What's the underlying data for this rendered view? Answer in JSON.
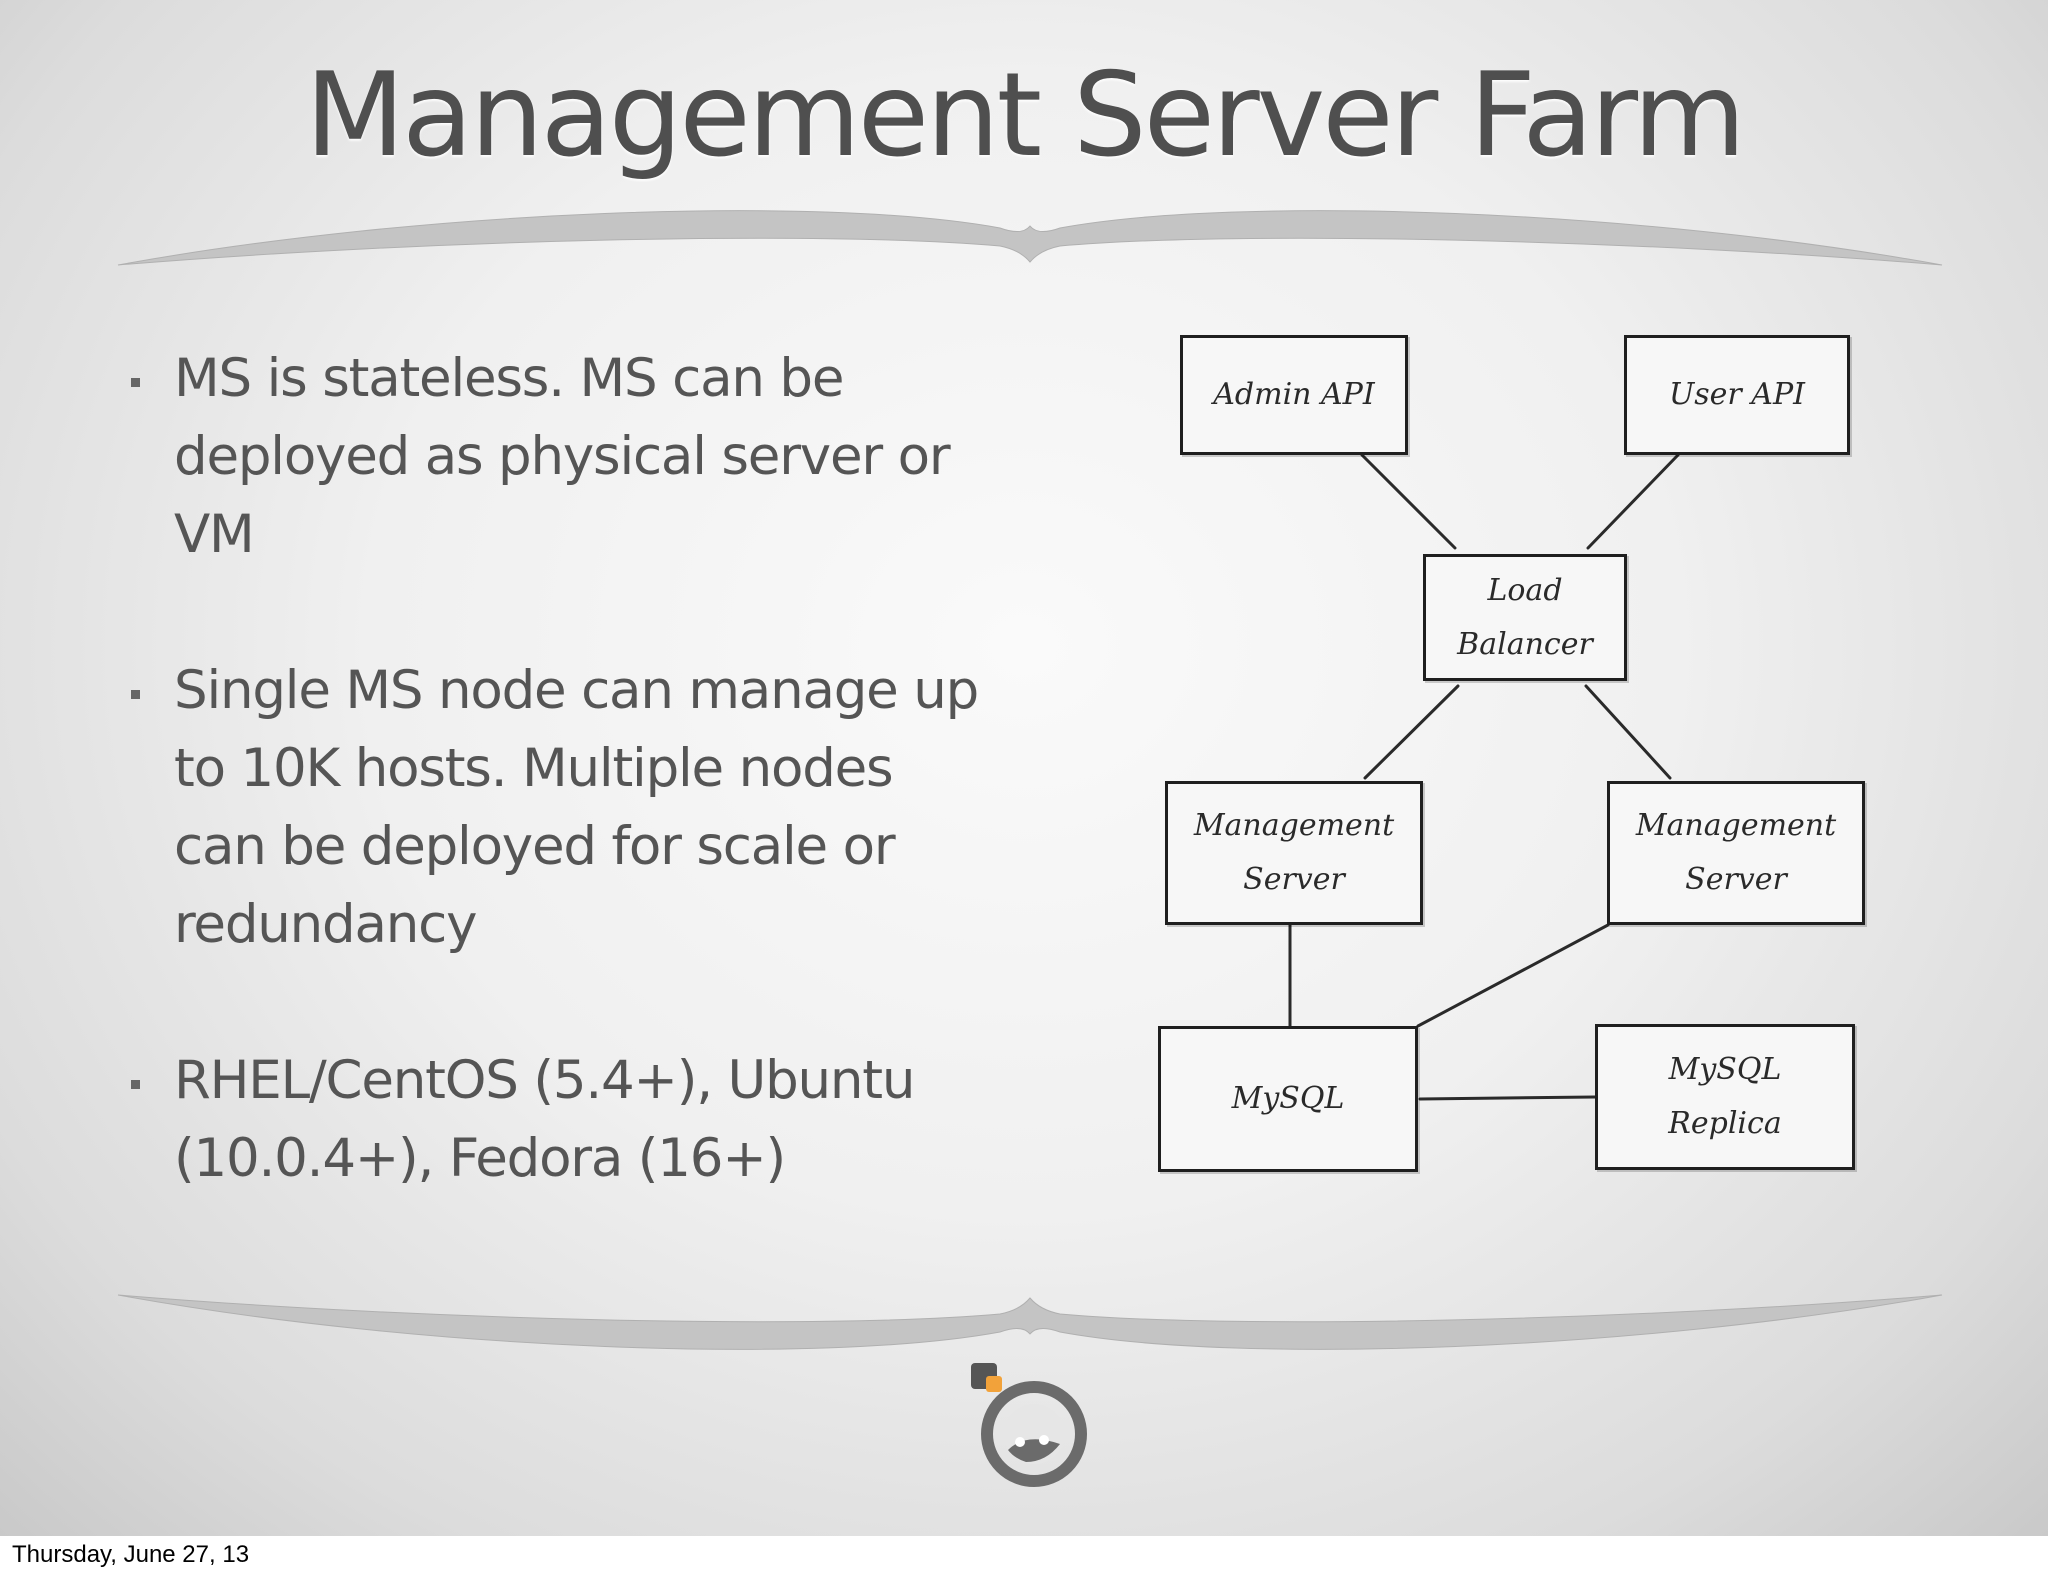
{
  "slide": {
    "title": "Management Server Farm",
    "bullets": [
      "MS is stateless. MS can be deployed as physical server or VM",
      "Single MS node can manage up to 10K hosts. Multiple nodes can be deployed for scale or redundancy",
      "RHEL/CentOS (5.4+), Ubuntu (10.0.4+), Fedora (16+)"
    ]
  },
  "diagram": {
    "nodes": {
      "admin_api": "Admin API",
      "user_api": "User API",
      "load_balancer": "Load\nBalancer",
      "management_server_left": "Management\nServer",
      "management_server_right": "Management\nServer",
      "mysql": "MySQL",
      "mysql_replica": "MySQL\nReplica"
    },
    "edges": [
      [
        "admin_api",
        "load_balancer"
      ],
      [
        "user_api",
        "load_balancer"
      ],
      [
        "load_balancer",
        "management_server_left"
      ],
      [
        "load_balancer",
        "management_server_right"
      ],
      [
        "management_server_left",
        "mysql"
      ],
      [
        "management_server_right",
        "mysql"
      ],
      [
        "mysql",
        "mysql_replica"
      ]
    ]
  },
  "logo": {
    "icon": "cloudstack-logo-icon",
    "colors": {
      "ring": "#6b6b6b",
      "accent": "#f2a23a",
      "square": "#555555"
    }
  },
  "footer": {
    "date": "Thursday, June 27, 13"
  }
}
